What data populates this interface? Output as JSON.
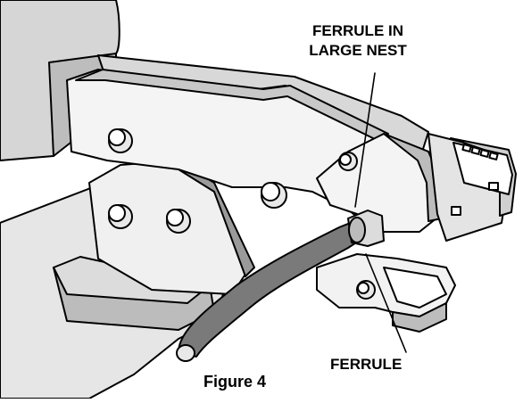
{
  "callouts": {
    "large_nest_line1": "FERRULE IN",
    "large_nest_line2": "LARGE NEST",
    "ferrule": "FERRULE"
  },
  "caption": "Figure 4",
  "colors": {
    "outline": "#000000",
    "body_fill": "#e8e8e8",
    "light_face": "#f4f4f4",
    "shadow": "#b0b0b0",
    "cable": "#7a7a7a",
    "background": "#ffffff"
  }
}
